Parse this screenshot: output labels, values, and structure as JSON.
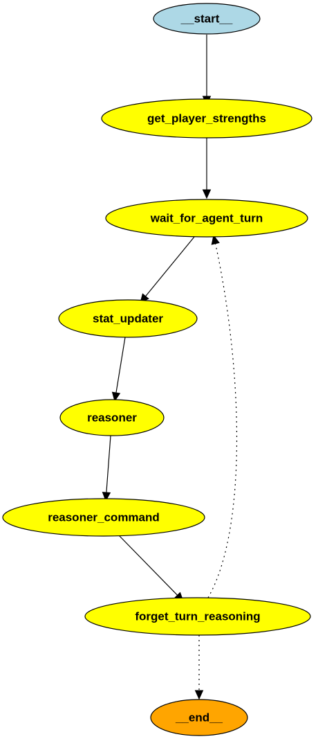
{
  "colors": {
    "start_fill": "#add8e6",
    "node_fill": "#ffff00",
    "end_fill": "#ffa500",
    "stroke": "#000000"
  },
  "graph": {
    "nodes": [
      {
        "id": "start",
        "label": "__start__",
        "style": "start"
      },
      {
        "id": "get_player_strengths",
        "label": "get_player_strengths",
        "style": "node"
      },
      {
        "id": "wait_for_agent_turn",
        "label": "wait_for_agent_turn",
        "style": "node"
      },
      {
        "id": "stat_updater",
        "label": "stat_updater",
        "style": "node"
      },
      {
        "id": "reasoner",
        "label": "reasoner",
        "style": "node"
      },
      {
        "id": "reasoner_command",
        "label": "reasoner_command",
        "style": "node"
      },
      {
        "id": "forget_turn_reasoning",
        "label": "forget_turn_reasoning",
        "style": "node"
      },
      {
        "id": "end",
        "label": "__end__",
        "style": "end"
      }
    ],
    "edges": [
      {
        "from": "start",
        "to": "get_player_strengths",
        "kind": "solid"
      },
      {
        "from": "get_player_strengths",
        "to": "wait_for_agent_turn",
        "kind": "solid"
      },
      {
        "from": "wait_for_agent_turn",
        "to": "stat_updater",
        "kind": "solid"
      },
      {
        "from": "stat_updater",
        "to": "reasoner",
        "kind": "solid"
      },
      {
        "from": "reasoner",
        "to": "reasoner_command",
        "kind": "solid"
      },
      {
        "from": "reasoner_command",
        "to": "forget_turn_reasoning",
        "kind": "solid"
      },
      {
        "from": "forget_turn_reasoning",
        "to": "wait_for_agent_turn",
        "kind": "conditional"
      },
      {
        "from": "forget_turn_reasoning",
        "to": "end",
        "kind": "conditional"
      }
    ]
  }
}
